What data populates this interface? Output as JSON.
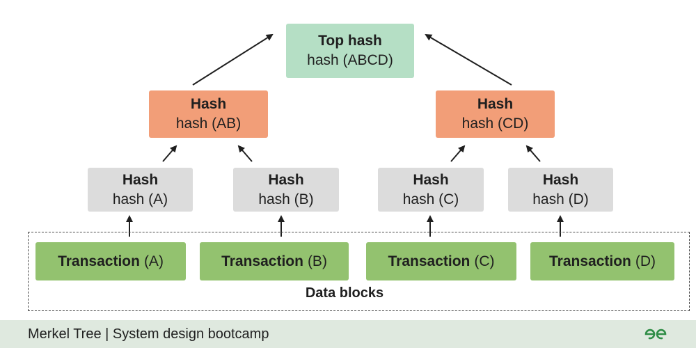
{
  "diagram": {
    "top": {
      "title": "Top hash",
      "sub": "hash (ABCD)"
    },
    "mid": [
      {
        "title": "Hash",
        "sub": "hash (AB)"
      },
      {
        "title": "Hash",
        "sub": "hash (CD)"
      }
    ],
    "leaves": [
      {
        "title": "Hash",
        "sub": "hash (A)"
      },
      {
        "title": "Hash",
        "sub": "hash (B)"
      },
      {
        "title": "Hash",
        "sub": "hash (C)"
      },
      {
        "title": "Hash",
        "sub": "hash (D)"
      }
    ],
    "transactions": [
      {
        "word": "Transaction",
        "suffix": "(A)"
      },
      {
        "word": "Transaction",
        "suffix": "(B)"
      },
      {
        "word": "Transaction",
        "suffix": "(C)"
      },
      {
        "word": "Transaction",
        "suffix": "(D)"
      }
    ],
    "data_blocks_label": "Data blocks"
  },
  "footer": {
    "title": "Merkel Tree | System design bootcamp",
    "logo_icon": "gfg-logo-icon"
  },
  "colors": {
    "top": "#b5dfc5",
    "mid": "#f29e78",
    "leaf": "#dcdcdc",
    "transaction": "#93c26f",
    "footer": "#dfe9df",
    "logo": "#2f8d46"
  }
}
